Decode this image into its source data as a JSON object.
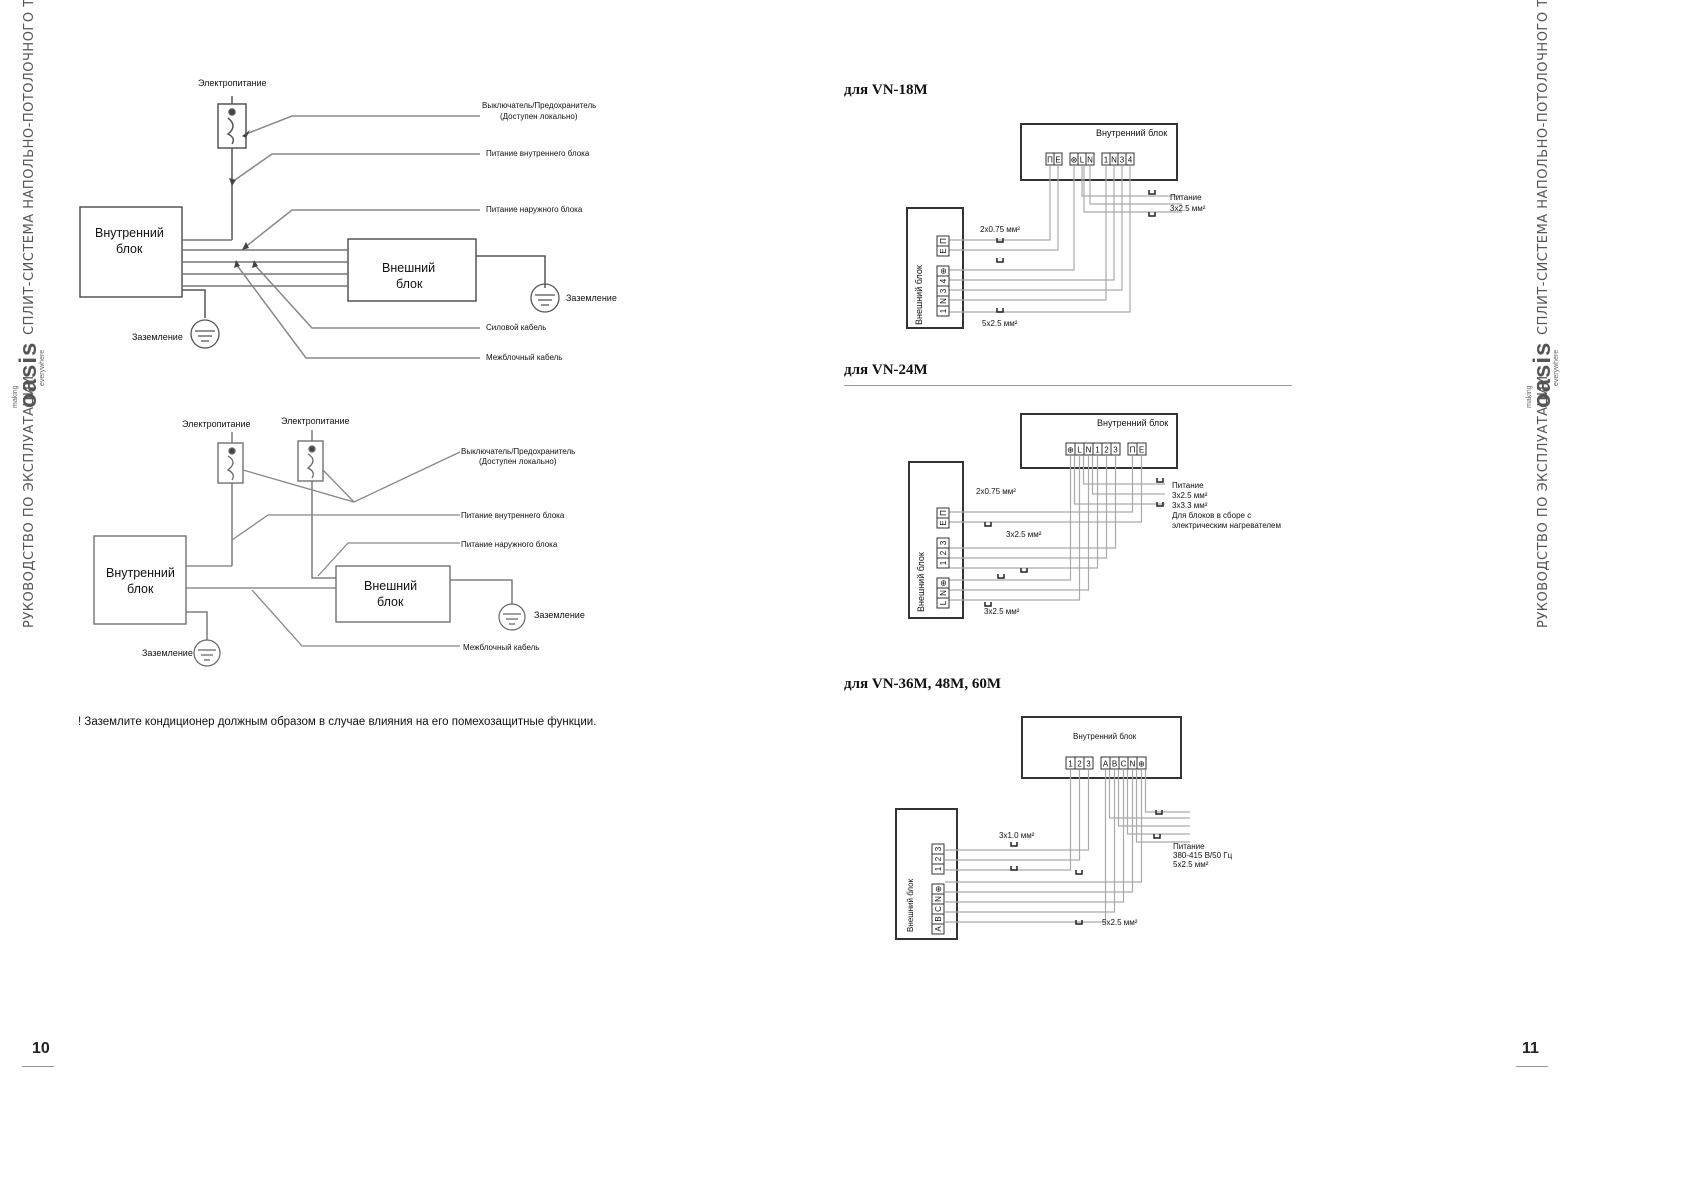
{
  "side_left": {
    "title_top": "СПЛИТ-СИСТЕМА НАПОЛЬНО-ПОТОЛОЧНОГО  ТИПА",
    "title_bottom": "РУКОВОДСТВО ПО ЭКСПЛУАТАЦИИ",
    "logo": "oasis",
    "logo_top": "making",
    "logo_bottom": "everywhere"
  },
  "side_right": {
    "title_top": "СПЛИТ-СИСТЕМА НАПОЛЬНО-ПОТОЛОЧНОГО  ТИПА",
    "title_bottom": "РУКОВОДСТВО ПО ЭКСПЛУАТАЦИИ",
    "logo": "oasis",
    "logo_top": "making",
    "logo_bottom": "everywhere"
  },
  "page_left_number": "10",
  "page_right_number": "11",
  "diagram1": {
    "power": "Электропитание",
    "switch": "Выключатель/Предохранитель",
    "switch_note": "(Доступен локально)",
    "indoor_power": "Питание внутреннего блока",
    "outdoor_power": "Питание наружного блока",
    "indoor_unit_l1": "Внутренний",
    "indoor_unit_l2": "блок",
    "outdoor_unit_l1": "Внешний",
    "outdoor_unit_l2": "блок",
    "ground_right": "Заземление",
    "ground_left": "Заземление",
    "power_cable": "Силовой кабель",
    "interunit_cable": "Межблочный кабель"
  },
  "diagram2": {
    "power_a": "Электропитание",
    "power_b": "Электропитание",
    "switch": "Выключатель/Предохранитель",
    "switch_note": "(Доступен локально)",
    "indoor_power": "Питание внутреннего блока",
    "outdoor_power": "Питание наружного блока",
    "indoor_unit_l1": "Внутренний",
    "indoor_unit_l2": "блок",
    "outdoor_unit_l1": "Внешний",
    "outdoor_unit_l2": "блок",
    "ground_right": "Заземление",
    "ground_left": "Заземление",
    "interunit_cable": "Межблочный кабель"
  },
  "warning": "!   Заземлите кондиционер должным образом в случае влияния на его помехозащитные функции.",
  "vn18": {
    "heading": "для VN-18M",
    "indoor": "Внутренний блок",
    "outdoor": "Внешний блок",
    "indoor_terminals": [
      "П",
      "Е",
      "⊕",
      "L",
      "N",
      "1",
      "N",
      "3",
      "4"
    ],
    "outdoor_terminals": [
      "П",
      "Е",
      "⊕",
      "4",
      "3",
      "N",
      "1"
    ],
    "cable_signal": "2x0.75 мм²",
    "cable_inter": "5x2.5 мм²",
    "power_label": "Питание",
    "power_cable": "3x2.5 мм²"
  },
  "vn24": {
    "heading": "для VN-24M",
    "indoor": "Внутренний блок",
    "outdoor": "Внешний блок",
    "indoor_terminals": [
      "⊕",
      "L",
      "N",
      "1",
      "2",
      "3",
      "П",
      "Е"
    ],
    "outdoor_terminals": [
      "П",
      "Е",
      "3",
      "2",
      "1",
      "⊕",
      "N",
      "L"
    ],
    "cable_signal": "2x0.75 мм²",
    "cable_mid": "3x2.5 мм²",
    "cable_bottom": "3x2.5 мм²",
    "power_label": "Питание",
    "power_1": "3x2.5 мм²",
    "power_2": "3x3.3 мм²",
    "power_note_1": "Для блоков в сборе с",
    "power_note_2": "электрическим нагревателем"
  },
  "vn36": {
    "heading": "для VN-36M, 48M, 60M",
    "indoor": "Внутренний блок",
    "outdoor": "Внешний блок",
    "indoor_terminals": [
      "1",
      "2",
      "3",
      "A",
      "B",
      "C",
      "N",
      "⊕"
    ],
    "outdoor_terminals": [
      "3",
      "2",
      "1",
      "⊕",
      "N",
      "C",
      "B",
      "A"
    ],
    "cable_signal": "3x1.0 мм²",
    "cable_inter": "5x2.5 мм²",
    "power_label": "Питание",
    "power_spec": "380-415 В/50 Гц",
    "power_cable": "5x2.5 мм²"
  }
}
